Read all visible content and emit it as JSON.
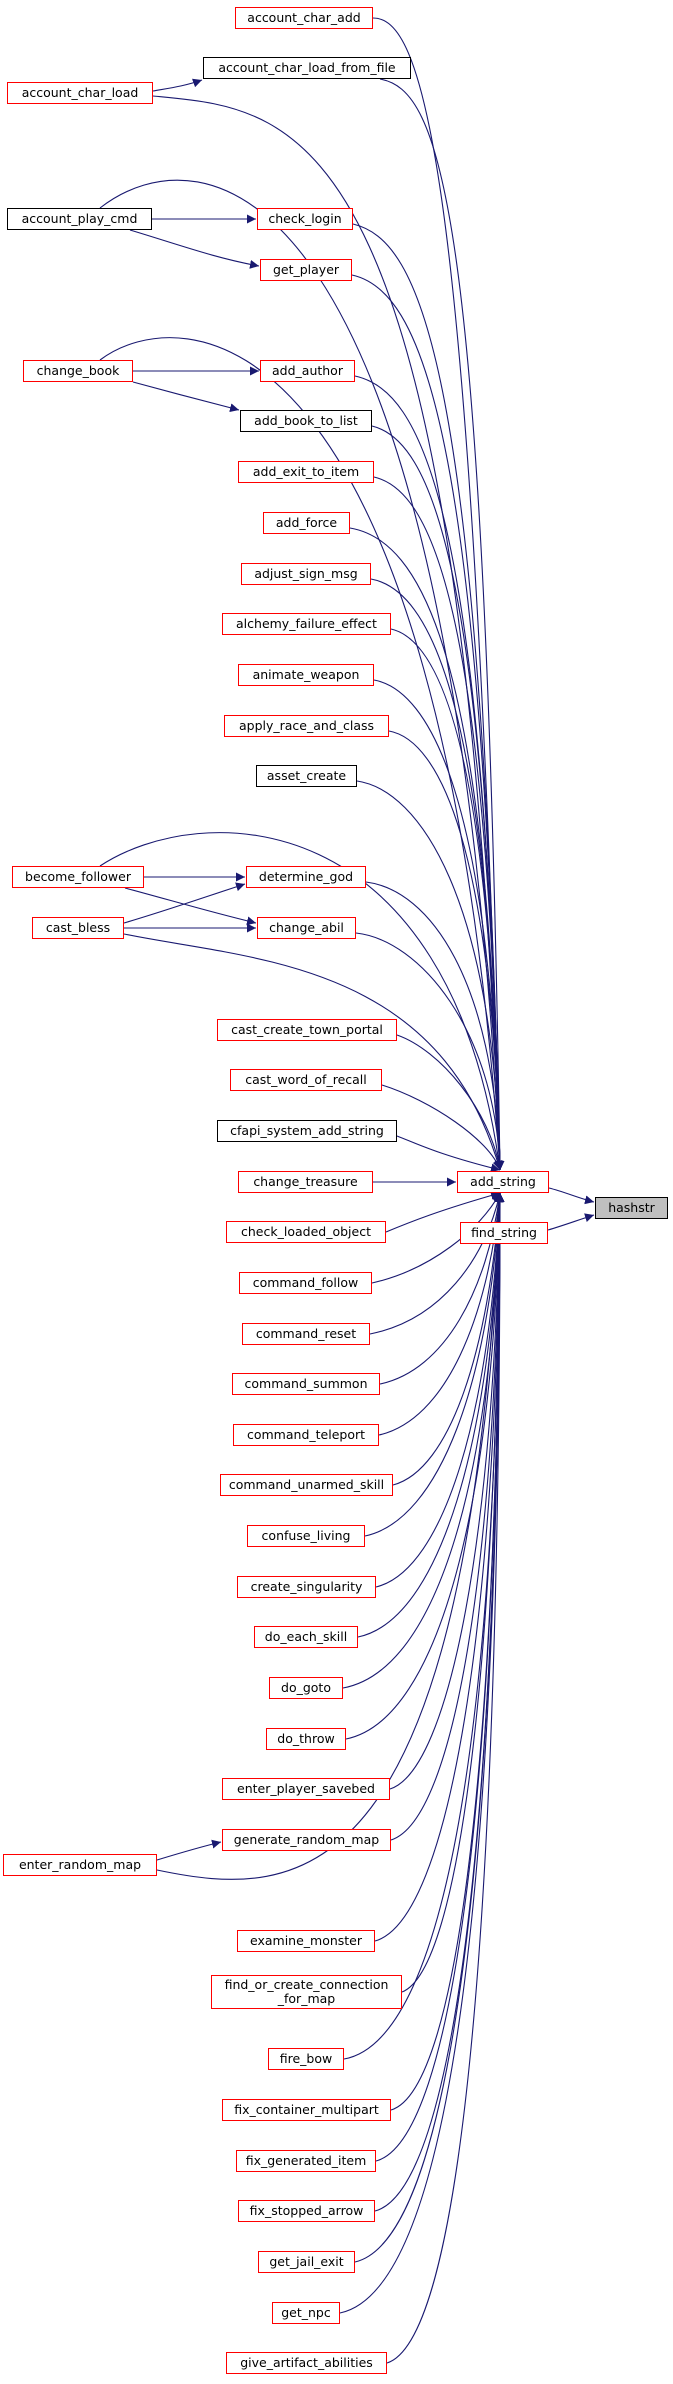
{
  "colors": {
    "edge": "#191970",
    "node_border_default": "#ff0000",
    "node_border_plain": "#000000",
    "highlight_fill": "#bfbfbf"
  },
  "nodes": {
    "hashstr": "hashstr",
    "add_string": "add_string",
    "find_string": "find_string",
    "account_char_add": "account_char_add",
    "account_char_load_from_file": "account_char_load_from_file",
    "account_char_load": "account_char_load",
    "check_login": "check_login",
    "account_play_cmd": "account_play_cmd",
    "get_player": "get_player",
    "add_author": "add_author",
    "change_book": "change_book",
    "add_book_to_list": "add_book_to_list",
    "add_exit_to_item": "add_exit_to_item",
    "add_force": "add_force",
    "adjust_sign_msg": "adjust_sign_msg",
    "alchemy_failure_effect": "alchemy_failure_effect",
    "animate_weapon": "animate_weapon",
    "apply_race_and_class": "apply_race_and_class",
    "asset_create": "asset_create",
    "determine_god": "determine_god",
    "become_follower": "become_follower",
    "change_abil": "change_abil",
    "cast_bless": "cast_bless",
    "cast_create_town_portal": "cast_create_town_portal",
    "cast_word_of_recall": "cast_word_of_recall",
    "cfapi_system_add_string": "cfapi_system_add_string",
    "change_treasure": "change_treasure",
    "check_loaded_object": "check_loaded_object",
    "command_follow": "command_follow",
    "command_reset": "command_reset",
    "command_summon": "command_summon",
    "command_teleport": "command_teleport",
    "command_unarmed_skill": "command_unarmed_skill",
    "confuse_living": "confuse_living",
    "create_singularity": "create_singularity",
    "do_each_skill": "do_each_skill",
    "do_goto": "do_goto",
    "do_throw": "do_throw",
    "enter_player_savebed": "enter_player_savebed",
    "generate_random_map": "generate_random_map",
    "enter_random_map": "enter_random_map",
    "examine_monster": "examine_monster",
    "find_or_create_connection_for_map": "find_or_create_connection\n_for_map",
    "fire_bow": "fire_bow",
    "fix_container_multipart": "fix_container_multipart",
    "fix_generated_item": "fix_generated_item",
    "fix_stopped_arrow": "fix_stopped_arrow",
    "get_jail_exit": "get_jail_exit",
    "get_npc": "get_npc",
    "give_artifact_abilities": "give_artifact_abilities"
  }
}
